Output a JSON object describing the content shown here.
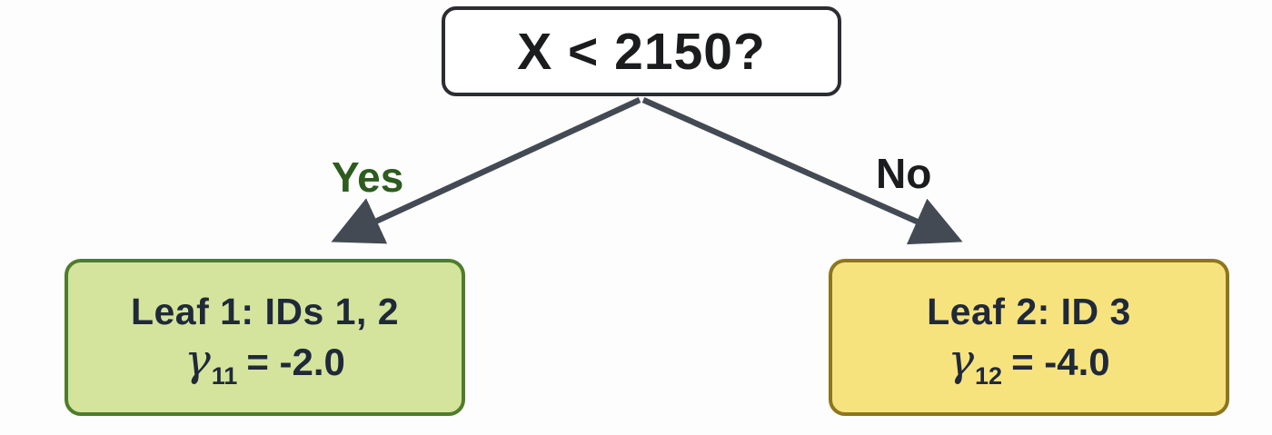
{
  "diagram": {
    "type": "decision-tree",
    "root": {
      "label": "X < 2150?"
    },
    "branches": [
      {
        "label": "Yes",
        "leads_to": "Leaf 1"
      },
      {
        "label": "No",
        "leads_to": "Leaf 2"
      }
    ],
    "leaves": [
      {
        "title": "Leaf 1: IDs 1, 2",
        "gamma_symbol": "γ",
        "gamma_subscript": "11",
        "gamma_equation": "= -2.0"
      },
      {
        "title": "Leaf 2: ID 3",
        "gamma_symbol": "γ",
        "gamma_subscript": "12",
        "gamma_equation": "= -4.0"
      }
    ]
  },
  "colors": {
    "bg": "#fdfdfd",
    "root_border": "#2b2d31",
    "root_fill": "#ffffff",
    "root_text": "#1b1c1e",
    "edge": "#434a54",
    "yes_text": "#2d5c1e",
    "no_text": "#1b1c1e",
    "leaf1_fill": "#d4e49c",
    "leaf1_border": "#4e7d2b",
    "leaf2_fill": "#f7e37e",
    "leaf2_border": "#8d761d",
    "leaf_text": "#20293a"
  }
}
